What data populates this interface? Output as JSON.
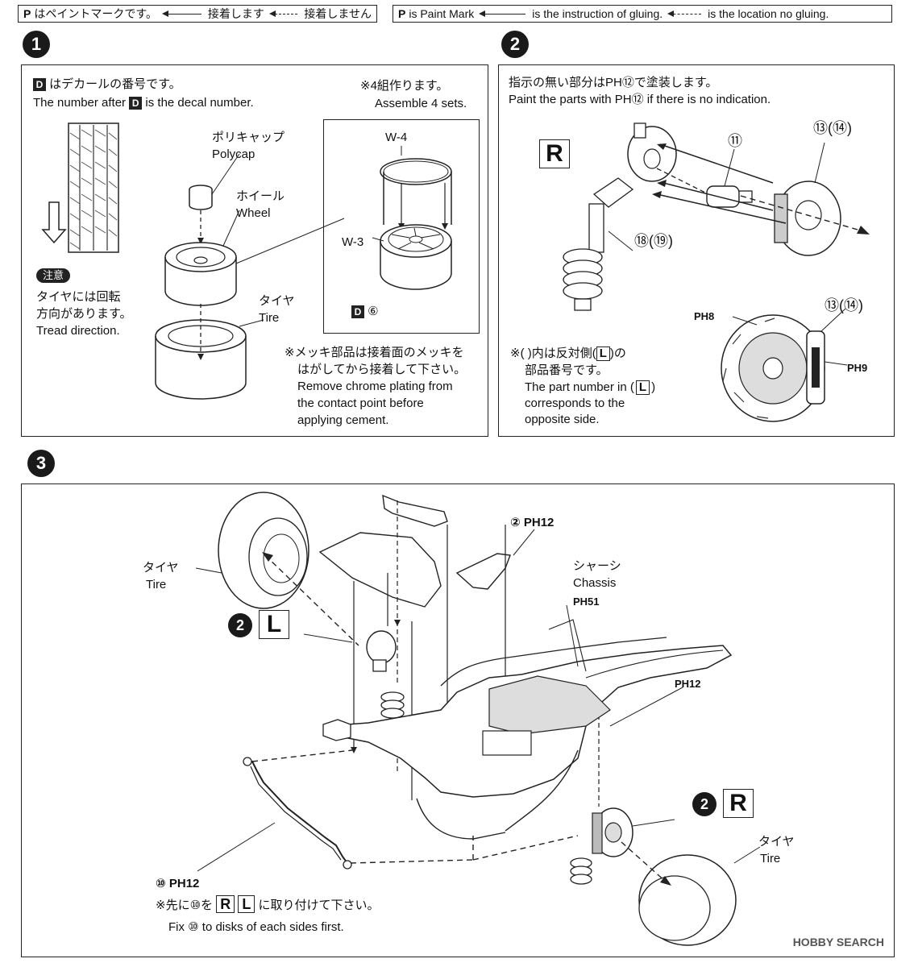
{
  "legend_jp": {
    "paint": "はペイントマークです。",
    "glue": "接着します",
    "no_glue": "接着しません"
  },
  "legend_en": {
    "paint": "is Paint Mark",
    "glue": "is the instruction of gluing.",
    "no_glue": "is the location no gluing."
  },
  "step1": {
    "num": "1",
    "decal_jp": "はデカールの番号です。",
    "decal_en_a": "The number after",
    "decal_en_b": "is the decal number.",
    "assemble_jp": "※4組作ります。",
    "assemble_en": "Assemble 4 sets.",
    "polycap_jp": "ポリキャップ",
    "polycap_en": "Polycap",
    "wheel_jp": "ホイール",
    "wheel_en": "Wheel",
    "tire_jp": "タイヤ",
    "tire_en": "Tire",
    "w4": "W-4",
    "w3": "W-3",
    "decal_num": "⑥",
    "caution_badge": "注意",
    "caution_jp1": "タイヤには回転",
    "caution_jp2": "方向があります。",
    "caution_en": "Tread direction.",
    "chrome_jp1": "※メッキ部品は接着面のメッキを",
    "chrome_jp2": "はがしてから接着して下さい。",
    "chrome_en1": "Remove chrome plating from",
    "chrome_en2": "the contact point before",
    "chrome_en3": "applying cement."
  },
  "step2": {
    "num": "2",
    "paint_jp": "指示の無い部分はPH⑫で塗装します。",
    "paint_en": "Paint the parts with PH⑫ if there is no indication.",
    "side": "R",
    "p11": "⑪",
    "p73": "⑬(⑭)",
    "p78": "⑱(⑲)",
    "ph8": "PH8",
    "ph9": "PH9",
    "p73b": "⑬(⑭)",
    "note_jp1": "※(   )内は反対側(",
    "note_jp_l": "L",
    "note_jp2": ")の",
    "note_jp3": "部品番号です。",
    "note_en1": "The part number in (",
    "note_en1b": ")",
    "note_en2": "corresponds to the",
    "note_en3": "opposite side."
  },
  "step3": {
    "num": "3",
    "tire_jp_l": "タイヤ",
    "tire_en_l": "Tire",
    "ref_l_num": "2",
    "ref_l": "L",
    "ref_top": "② PH12",
    "chassis_jp": "シャーシ",
    "chassis_en": "Chassis",
    "chassis_ph": "PH51",
    "ph12_right": "PH12",
    "ref_r_num": "2",
    "ref_r": "R",
    "tire_jp_r": "タイヤ",
    "tire_en_r": "Tire",
    "p10": "⑩ PH12",
    "fix_jp_a": "※先に⑩を",
    "fix_jp_r": "R",
    "fix_jp_l": "L",
    "fix_jp_b": "に取り付けて下さい。",
    "fix_en": "Fix ⑩ to disks of each sides first."
  },
  "watermark": "HOBBY SEARCH"
}
